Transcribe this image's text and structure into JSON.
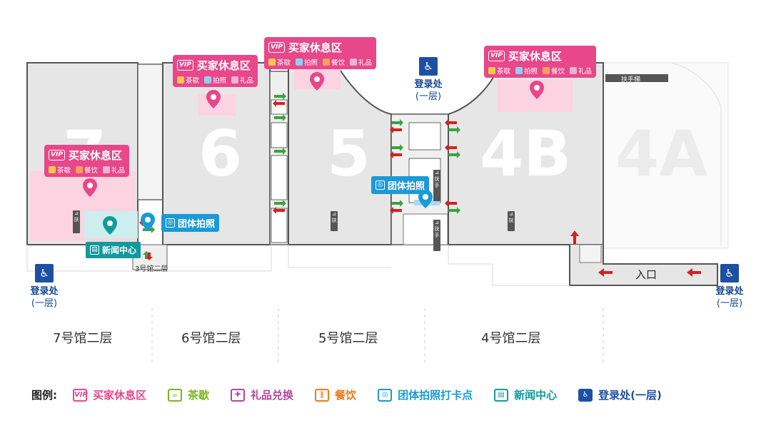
{
  "halls": {
    "h7": "7",
    "h6": "6",
    "h5": "5",
    "h4b": "4B",
    "h4a": "4A"
  },
  "vip_lounges": [
    {
      "title": "买家休息区",
      "badge": "VIP",
      "amenities": [
        "茶歇",
        "餐饮",
        "礼品"
      ]
    },
    {
      "title": "买家休息区",
      "badge": "VIP",
      "amenities": [
        "茶歇",
        "拍照",
        "礼品"
      ]
    },
    {
      "title": "买家休息区",
      "badge": "VIP",
      "amenities": [
        "茶歇",
        "拍照",
        "餐饮",
        "礼品"
      ]
    },
    {
      "title": "买家休息区",
      "badge": "VIP",
      "amenities": [
        "茶歇",
        "拍照",
        "餐饮",
        "礼品"
      ]
    }
  ],
  "group_photo": [
    "团体拍照",
    "团体拍照"
  ],
  "news_center": "新闻中心",
  "registration": [
    {
      "line1": "登录处",
      "line2": "(一层)"
    },
    {
      "line1": "登录处",
      "line2": "(一层)"
    },
    {
      "line1": "登录处",
      "line2": "(一层)"
    }
  ],
  "escalator": "扶手梯",
  "entrance": "入口",
  "hall3_label": "3号馆二层",
  "floor_labels": [
    "7号馆二层",
    "6号馆二层",
    "5号馆二层",
    "4号馆二层"
  ],
  "legend": {
    "title": "图例:",
    "items": [
      {
        "label": "买家休息区",
        "icon": "vip-icon",
        "color": "#e8478a"
      },
      {
        "label": "茶歇",
        "icon": "tea-icon",
        "color": "#7ab51d"
      },
      {
        "label": "礼品兑换",
        "icon": "gift-icon",
        "color": "#b3479e"
      },
      {
        "label": "餐饮",
        "icon": "dining-icon",
        "color": "#ef7a1a"
      },
      {
        "label": "团体拍照打卡点",
        "icon": "camera-icon",
        "color": "#1a9ad6"
      },
      {
        "label": "新闻中心",
        "icon": "news-icon",
        "color": "#11999e"
      },
      {
        "label": "登录处(一层)",
        "icon": "registration-icon",
        "color": "#1d4fa3"
      }
    ]
  },
  "colors": {
    "hall_fill": "#e6e6e6",
    "vip_zone": "#fbd3e1",
    "vip": "#e8478a",
    "photo": "#1a9ad6",
    "news": "#11999e",
    "registration": "#1d4fa3",
    "arrow_red": "#d62020",
    "arrow_green": "#3aa33a"
  }
}
